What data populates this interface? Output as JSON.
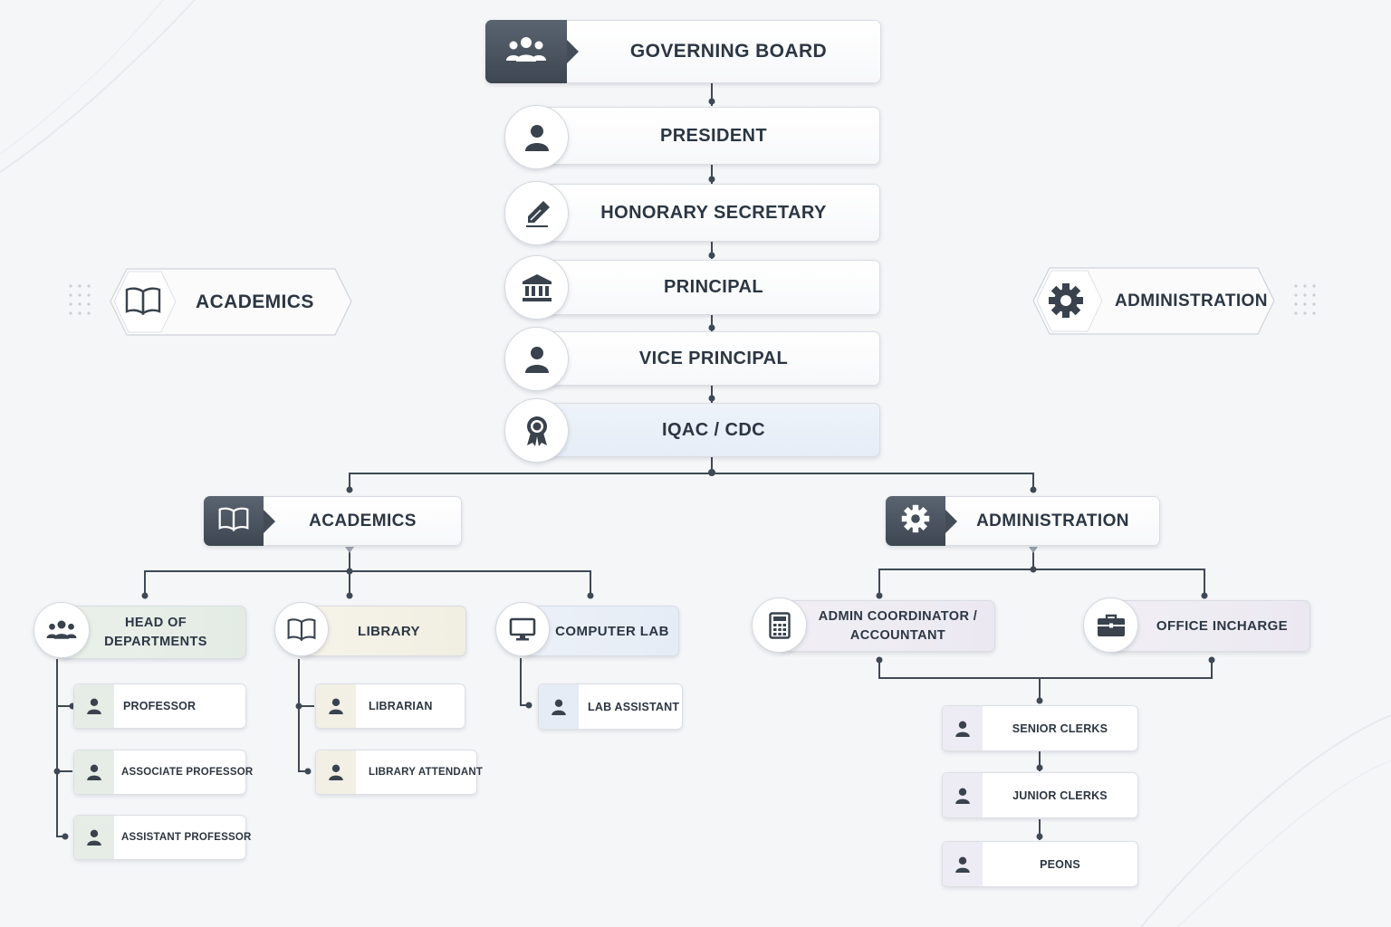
{
  "chain": {
    "governing_board": "GOVERNING BOARD",
    "president": "PRESIDENT",
    "honorary_secretary": "HONORARY SECRETARY",
    "principal": "PRINCIPAL",
    "vice_principal": "VICE PRINCIPAL",
    "iqac": "IQAC / CDC"
  },
  "side_tags": {
    "left": "ACADEMICS",
    "right": "ADMINISTRATION"
  },
  "academics": {
    "title": "ACADEMICS",
    "hod": {
      "label": "HEAD OF\nDEPARTMENTS",
      "children": [
        "PROFESSOR",
        "ASSOCIATE PROFESSOR",
        "ASSISTANT PROFESSOR"
      ]
    },
    "library": {
      "label": "LIBRARY",
      "children": [
        "LIBRARIAN",
        "LIBRARY ATTENDANT"
      ]
    },
    "computer_lab": {
      "label": "COMPUTER LAB",
      "children": [
        "LAB ASSISTANT"
      ]
    }
  },
  "administration": {
    "title": "ADMINISTRATION",
    "coordinator": "ADMIN COORDINATOR /\nACCOUNTANT",
    "office_incharge": "OFFICE INCHARGE",
    "staff": [
      "SENIOR CLERKS",
      "JUNIOR CLERKS",
      "PEONS"
    ]
  },
  "colors": {
    "ink": "#2c3643",
    "line": "#3f4955",
    "dark_tab": "#454e59",
    "hod_tint": "#e9efe9",
    "library_tint": "#f4f1e6",
    "lab_tint": "#e8eef6",
    "admin_tint": "#efedf4"
  },
  "icons": [
    "people-group-icon",
    "person-icon",
    "pen-icon",
    "bank-building-icon",
    "award-ribbon-icon",
    "open-book-icon",
    "gear-icon",
    "monitor-icon",
    "calculator-icon",
    "briefcase-icon"
  ]
}
